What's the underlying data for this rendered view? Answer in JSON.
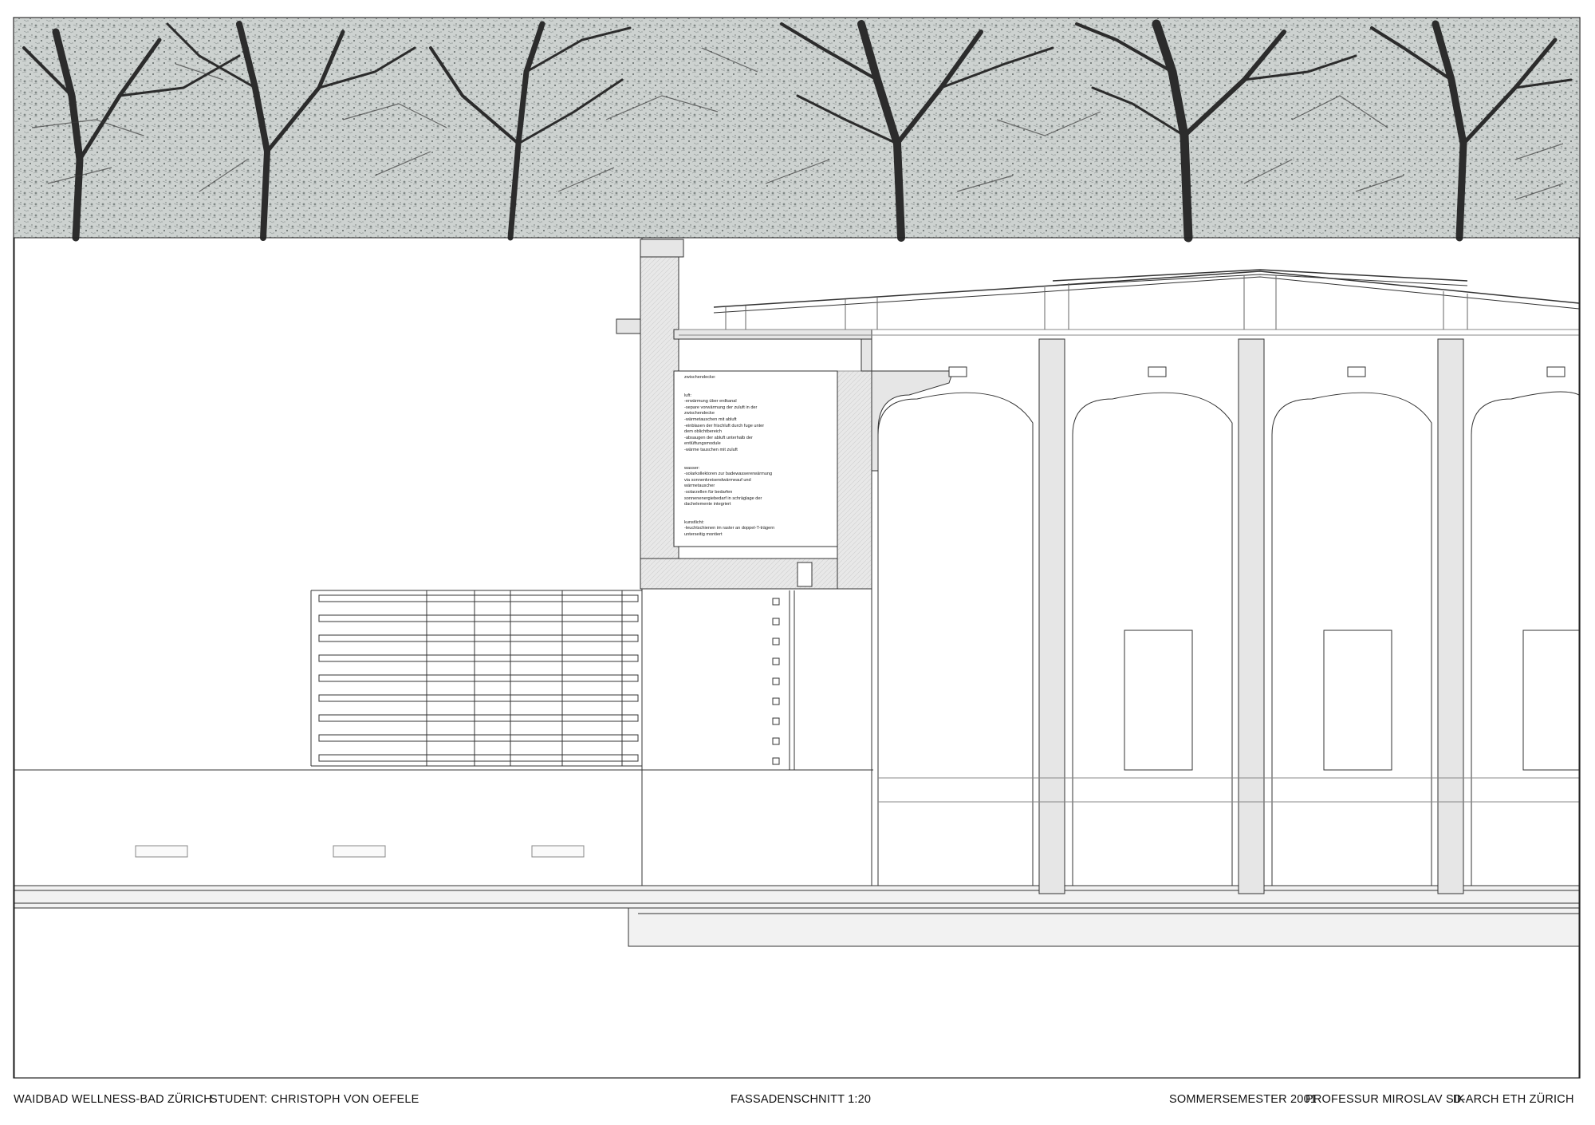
{
  "footer": {
    "project": "WAIDBAD WELLNESS-BAD ZÜRICH",
    "student": "STUDENT:   CHRISTOPH VON OEFELE",
    "drawing": "FASSADENSCHNITT 1:20",
    "semester": "SOMMERSEMESTER 2001",
    "professor": "PROFESSUR MIROSLAV SIK",
    "institute": "D-ARCH ETH ZÜRICH"
  },
  "notes": {
    "heading": "zwischendecke:",
    "l1": "luft:",
    "l2": "-erwärmung über erdkanal",
    "l3": "-separe vorwärmung der zuluft in der",
    "l4": " zwischendecke",
    "l5": "-wärmetauschen mit abluft",
    "l6": "-einblasen der frischluft durch fuge unter",
    "l7": " dem oblichtbereich",
    "l8": "-absaugen der abluft unterhalb der",
    "l9": " entlüftungsmodule",
    "l10": "-wärme tauschen mit zuluft",
    "w1": "wasser:",
    "w2": "-solarkollektoren zur badewassererwärmung",
    "w3": "via sonnenkreisendwärmeauf und",
    "w4": "wärmetauscher",
    "w5": "-solarzellen für bedarfen",
    "w6": "sonnenenergiebedarf in schräglage der",
    "w7": "dachelemente integriert",
    "k1": "kunstlicht:",
    "k2": "-leuchtschienen im raster an doppel-T-trägern",
    "k3": "unterseitig montiert"
  },
  "colors": {
    "line": "#333333",
    "concrete_fill": "#e6e6e6",
    "tree_bg": "#c9cfcd",
    "tree_trunk": "#2c2c2c"
  }
}
